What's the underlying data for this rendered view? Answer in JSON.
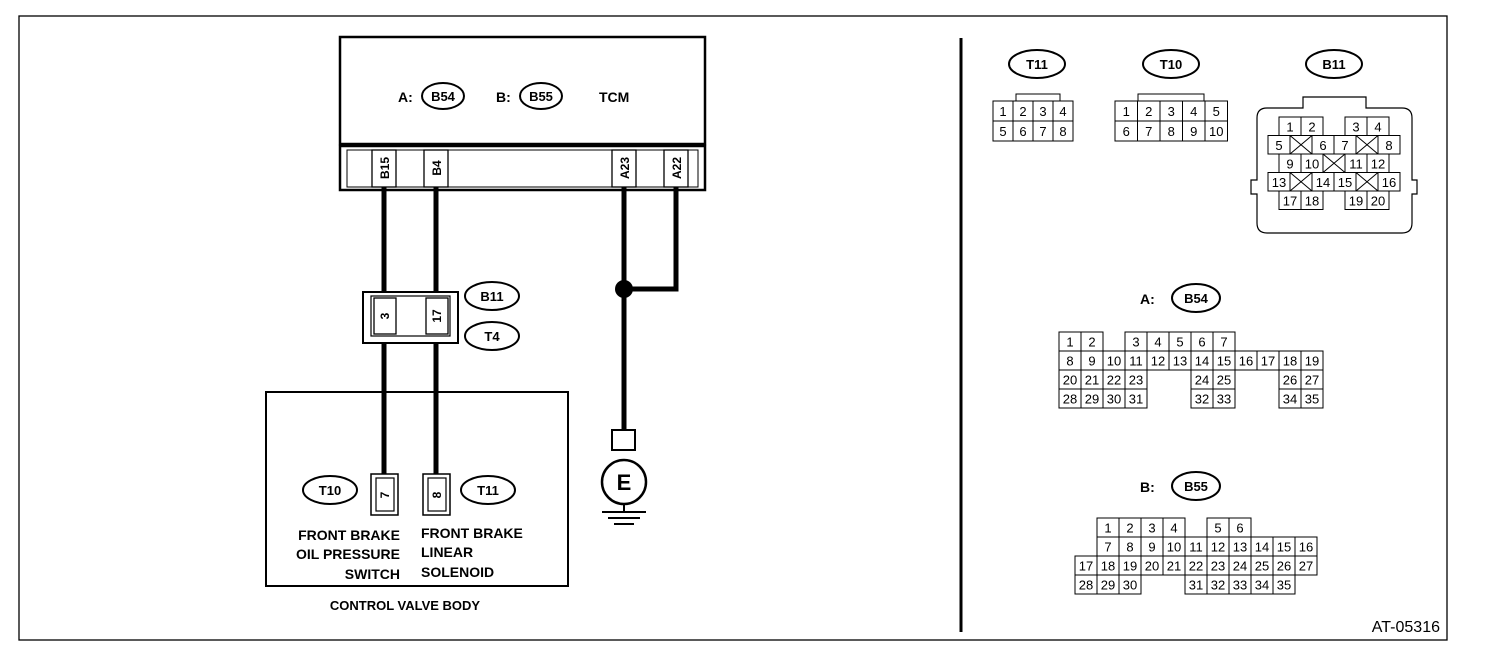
{
  "figure_id": "AT-05316",
  "tcm": {
    "label": "TCM",
    "connector_a_prefix": "A:",
    "connector_a": "B54",
    "connector_b_prefix": "B:",
    "connector_b": "B55",
    "pins": [
      "B15",
      "B4",
      "A23",
      "A22"
    ]
  },
  "junction": {
    "connector_top": "B11",
    "connector_bottom": "T4",
    "pins": [
      "3",
      "17"
    ]
  },
  "control_valve_body": {
    "label": "CONTROL VALVE BODY",
    "switch": {
      "connector": "T10",
      "pin": "7",
      "label_lines": [
        "FRONT BRAKE",
        "OIL PRESSURE",
        "SWITCH"
      ]
    },
    "solenoid": {
      "connector": "T11",
      "pin": "8",
      "label_lines": [
        "FRONT BRAKE",
        "LINEAR",
        "SOLENOID"
      ]
    }
  },
  "ground": {
    "label": "E"
  },
  "connector_views": {
    "t11": {
      "name": "T11",
      "rows": [
        [
          "1",
          "2",
          "3",
          "4"
        ],
        [
          "5",
          "6",
          "7",
          "8"
        ]
      ]
    },
    "t10": {
      "name": "T10",
      "rows": [
        [
          "1",
          "2",
          "3",
          "4",
          "5"
        ],
        [
          "6",
          "7",
          "8",
          "9",
          "10"
        ]
      ]
    },
    "b11": {
      "name": "B11",
      "rows": [
        [
          "1",
          "2",
          "",
          "3",
          "4"
        ],
        [
          "5",
          "X",
          "6",
          "7",
          "X",
          "8"
        ],
        [
          "9",
          "10",
          "X",
          "11",
          "12"
        ],
        [
          "13",
          "X",
          "14",
          "15",
          "X",
          "16"
        ],
        [
          "17",
          "18",
          "",
          "19",
          "20"
        ]
      ]
    },
    "b54": {
      "prefix": "A:",
      "name": "B54",
      "rows": [
        [
          "1",
          "2",
          "",
          "3",
          "4",
          "5",
          "6",
          "7"
        ],
        [
          "8",
          "9",
          "10",
          "11",
          "12",
          "13",
          "14",
          "15",
          "16",
          "17",
          "18",
          "19"
        ],
        [
          "20",
          "21",
          "22",
          "23",
          "",
          "",
          "24",
          "25",
          "",
          "",
          "26",
          "27"
        ],
        [
          "28",
          "29",
          "30",
          "31",
          "",
          "",
          "32",
          "33",
          "",
          "",
          "34",
          "35"
        ]
      ]
    },
    "b55": {
      "prefix": "B:",
      "name": "B55",
      "rows": [
        [
          "1",
          "2",
          "3",
          "4",
          "",
          "5",
          "6"
        ],
        [
          "7",
          "8",
          "9",
          "10",
          "11",
          "12",
          "13",
          "14",
          "15",
          "16"
        ],
        [
          "17",
          "18",
          "19",
          "20",
          "21",
          "22",
          "23",
          "24",
          "25",
          "26",
          "27"
        ],
        [
          "28",
          "29",
          "30",
          "",
          "",
          "31",
          "32",
          "33",
          "34",
          "35"
        ]
      ]
    }
  }
}
